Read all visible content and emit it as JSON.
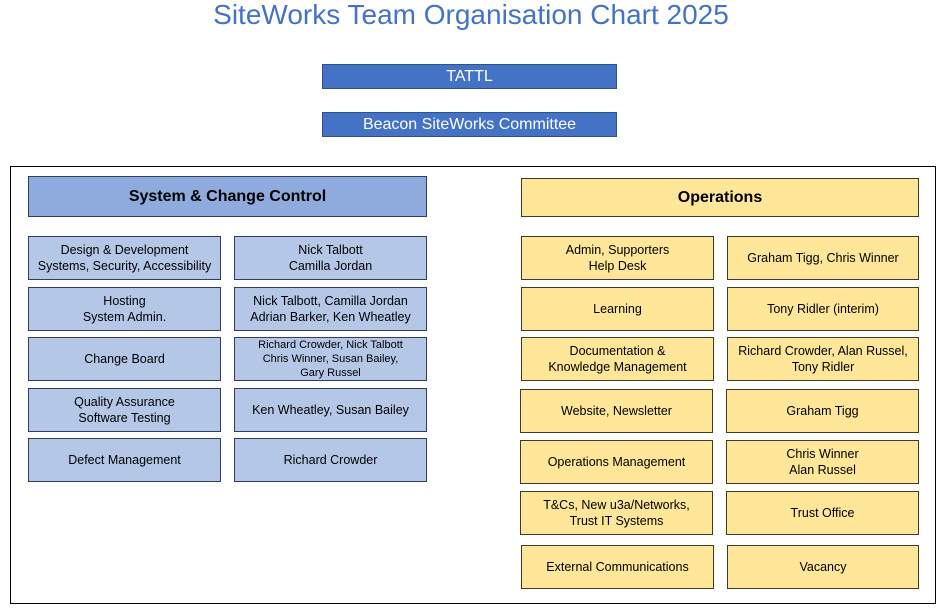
{
  "title": "SiteWorks Team Organisation Chart 2025",
  "top_boxes": [
    "TATTL",
    "Beacon SiteWorks Committee"
  ],
  "left": {
    "heading": "System & Change Control",
    "rows": [
      {
        "function": "Design & Development\nSystems, Security, Accessibility",
        "people": "Nick Talbott\nCamilla Jordan"
      },
      {
        "function": "Hosting\nSystem Admin.",
        "people": "Nick Talbott, Camilla Jordan\nAdrian Barker, Ken Wheatley"
      },
      {
        "function": "Change Board",
        "people": "Richard Crowder, Nick Talbott\nChris Winner, Susan Bailey,\nGary Russel"
      },
      {
        "function": "Quality Assurance\nSoftware Testing",
        "people": "Ken Wheatley, Susan Bailey"
      },
      {
        "function": "Defect Management",
        "people": "Richard Crowder"
      }
    ]
  },
  "right": {
    "heading": "Operations",
    "rows": [
      {
        "function": "Admin, Supporters\nHelp Desk",
        "people": "Graham Tigg, Chris Winner"
      },
      {
        "function": "Learning",
        "people": "Tony Ridler (interim)"
      },
      {
        "function": "Documentation &\nKnowledge Management",
        "people": "Richard Crowder, Alan Russel,\nTony Ridler"
      },
      {
        "function": "Website, Newsletter",
        "people": "Graham Tigg"
      },
      {
        "function": "Operations Management",
        "people": "Chris Winner\nAlan Russel"
      },
      {
        "function": "T&Cs, New u3a/Networks,\nTrust IT Systems",
        "people": "Trust Office"
      },
      {
        "function": "External Communications",
        "people": "Vacancy"
      }
    ]
  },
  "colors": {
    "title": "#4472c4",
    "top_box": "#4472c4",
    "system_heading": "#8faadc",
    "system_cells": "#b4c7e7",
    "operations": "#ffe699"
  }
}
